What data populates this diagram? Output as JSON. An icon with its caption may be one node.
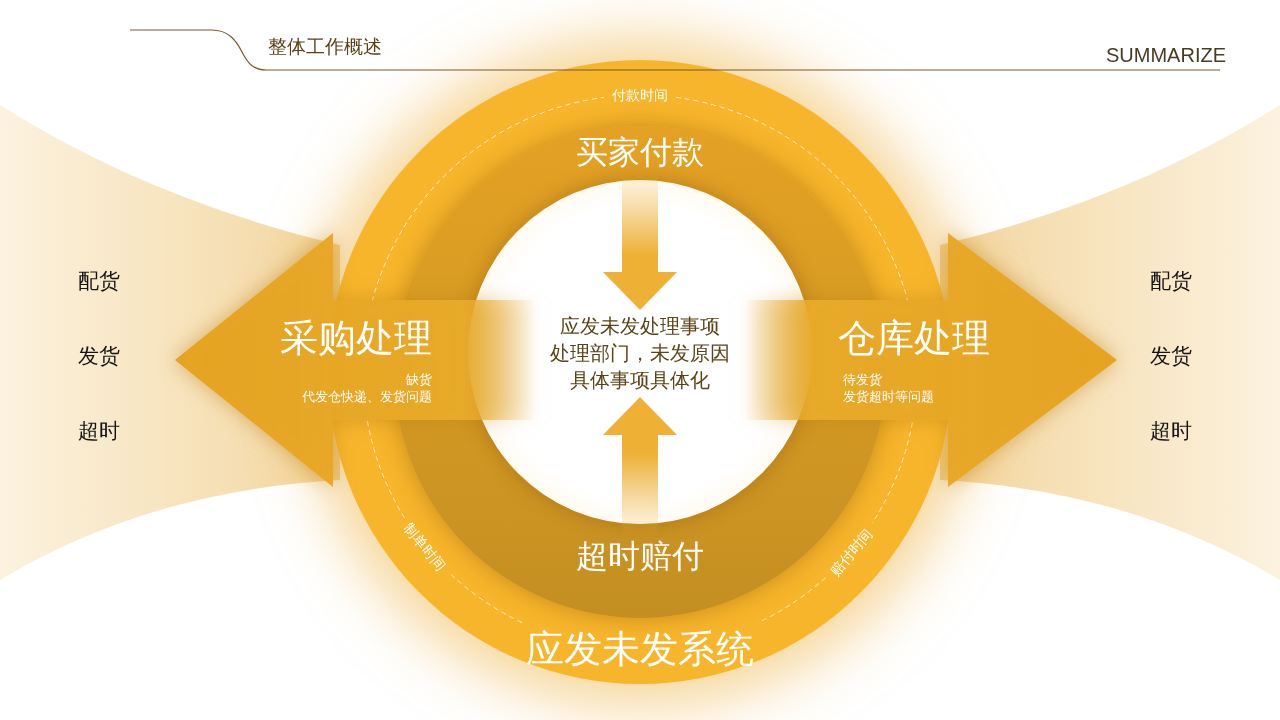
{
  "diagram": {
    "title": "整体工作概述",
    "nodes": [
      {
        "text": [
          "配货",
          "发货",
          "超时"
        ]
      },
      {
        "text": [
          "付款时间",
          "制单时间",
          "赔付时间",
          "应发未发系统"
        ]
      },
      {
        "text": [
          "买家付款"
        ],
        "in": 1
      },
      {
        "text": [],
        "shape": "circle",
        "in": 1
      },
      {
        "text": [
          "应发未发处理事项",
          "处理部门，未发原因",
          "具体事项具体化"
        ],
        "in": 3
      },
      {
        "text": [
          "超时赔付"
        ],
        "in": 1
      },
      {
        "text": [
          "采购处理",
          "缺货",
          "代发仓快递、发货问题"
        ]
      },
      {
        "text": [
          "仓库处理",
          "待发货",
          "发货超时等问题"
        ]
      },
      {
        "text": [
          "配货",
          "发货",
          "超时"
        ]
      }
    ],
    "edges": [
      {
        "from": 2,
        "to": 4,
        "arrow": "to",
        "style": "thick"
      },
      {
        "from": 5,
        "to": 4,
        "arrow": "to",
        "style": "thick"
      }
    ],
    "labels": [
      "SUMMARIZE"
    ]
  }
}
